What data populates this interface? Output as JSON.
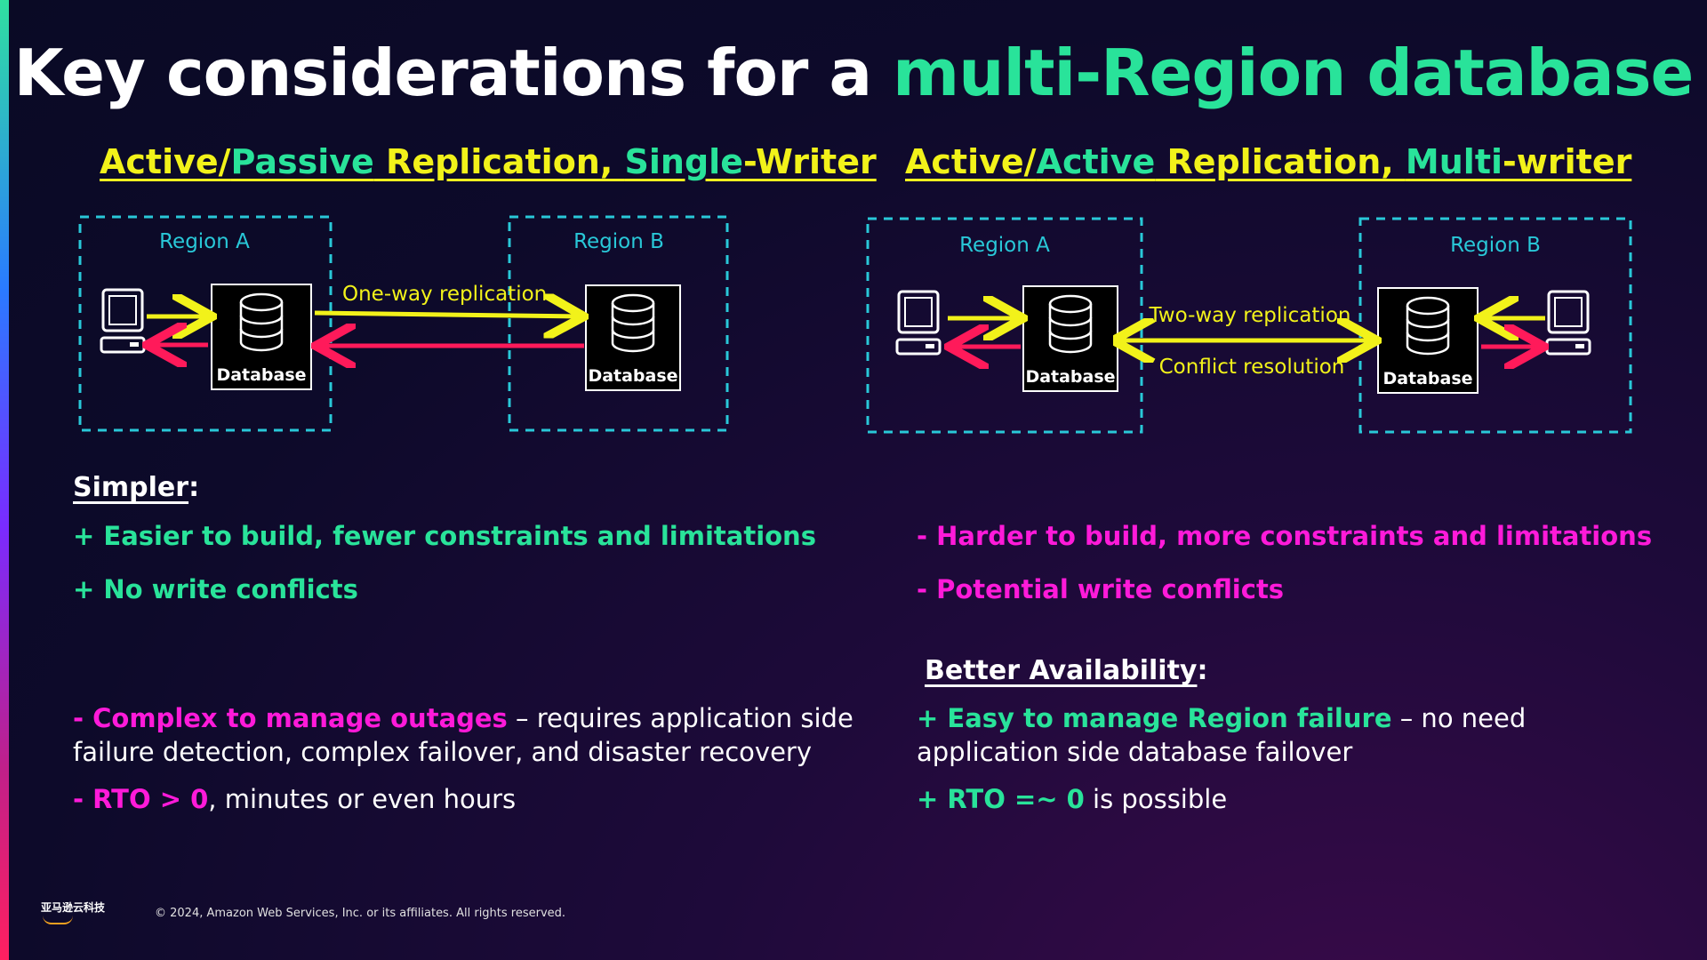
{
  "title": {
    "part1": "Key considerations for a ",
    "part2": "multi-Region database"
  },
  "left": {
    "heading": {
      "p1": "Active/",
      "p2": "Passive",
      "p3": " Replication, ",
      "p4": "Single",
      "p5": "-Writer"
    },
    "region_a": "Region A",
    "region_b": "Region B",
    "db_label": "Database",
    "replication": "One-way replication",
    "simpler_label": "Simpler",
    "colon": ":",
    "pro1": "+ Easier to build, fewer constraints and limitations",
    "pro2": "+ No write conflicts",
    "con1_a": "- Complex to manage outages",
    "con1_b": " – requires application side",
    "con1_c": "failure detection, complex failover, and disaster recovery",
    "con2_a": "- RTO > 0",
    "con2_b": ", minutes or even hours"
  },
  "right": {
    "heading": {
      "p1": "Active/",
      "p2": "Active",
      "p3": " Replication, ",
      "p4": "Multi",
      "p5": "-writer"
    },
    "region_a": "Region A",
    "region_b": "Region B",
    "db_label": "Database",
    "replication": "Two-way replication",
    "conflict": "Conflict resolution",
    "con1": "- Harder to build, more constraints and limitations",
    "con2": "- Potential write conflicts",
    "avail_label": "Better Availability",
    "colon": ":",
    "pro1_a": "+ Easy to manage Region failure",
    "pro1_b": " – no need",
    "pro1_c": "application side database failover",
    "pro2_a": "+ RTO =~ 0",
    "pro2_b": " is possible"
  },
  "footer": {
    "copyright": "© 2024, Amazon Web Services, Inc. or its affiliates. All rights reserved.",
    "logo": "亚马逊云科技"
  },
  "colors": {
    "yellow": "#f2f21a",
    "green": "#29e39a",
    "magenta": "#ff1ad9",
    "red": "#ff1a5a",
    "cyan": "#29c8d8"
  },
  "icons": [
    "computer-icon",
    "database-icon"
  ]
}
